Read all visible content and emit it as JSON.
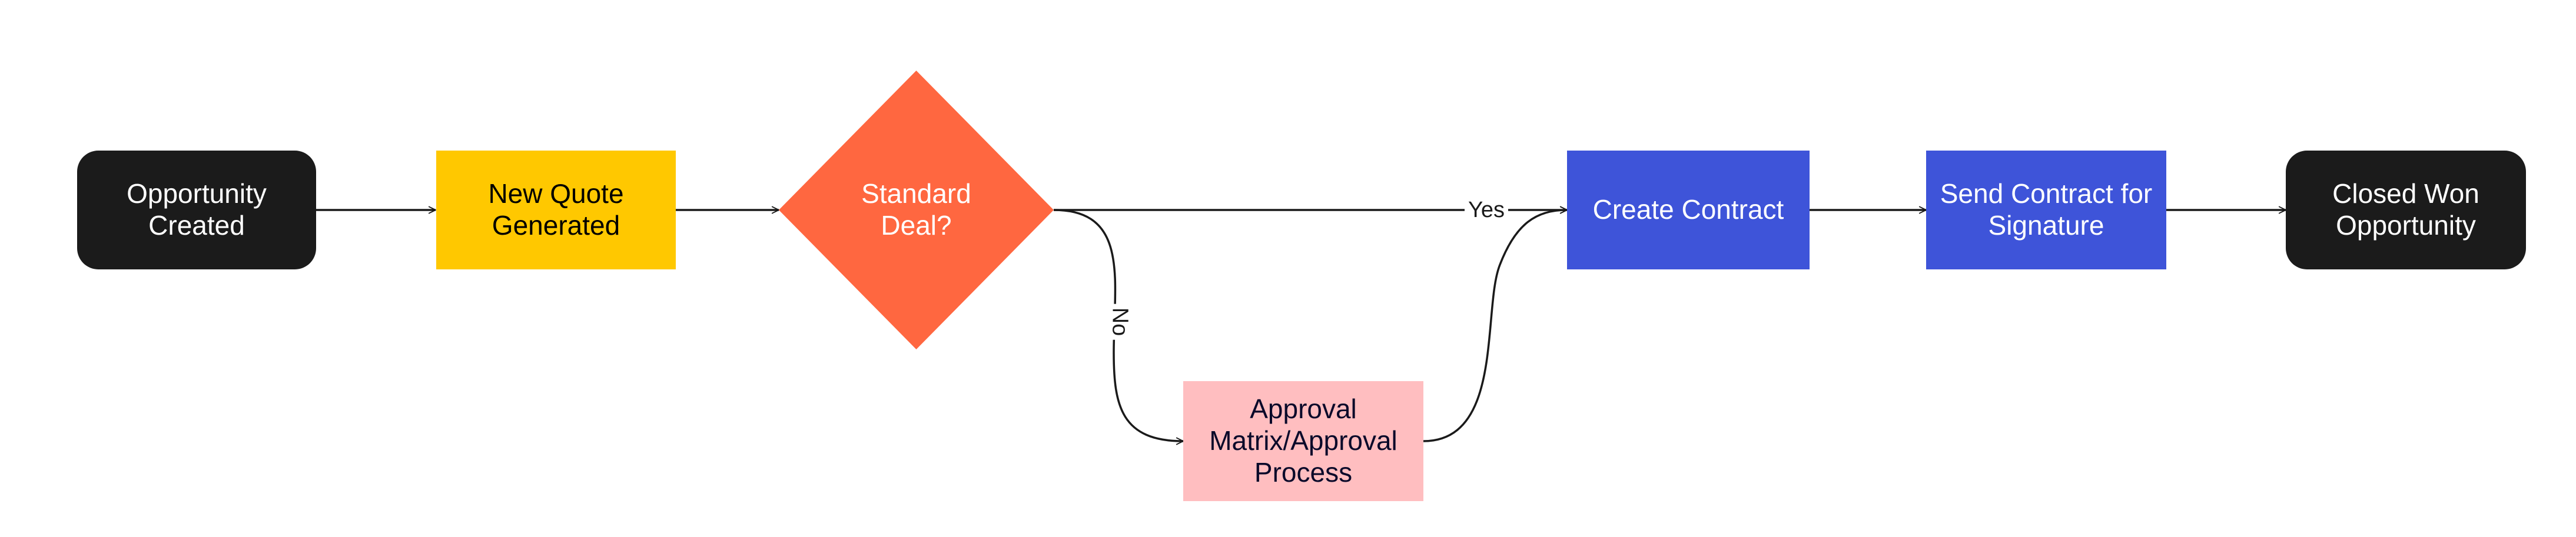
{
  "diagram": {
    "nodes": {
      "opportunity_created": {
        "label": "Opportunity Created",
        "fill": "#1b1b1b",
        "text_color": "#ffffff"
      },
      "new_quote": {
        "label": "New Quote Generated",
        "fill": "#ffc800",
        "text_color": "#000000"
      },
      "standard_deal": {
        "label": "Standard Deal?",
        "fill": "#ff6740",
        "text_color": "#ffffff"
      },
      "approval": {
        "label": "Approval Matrix/Approval Process",
        "fill": "#ffbec0",
        "text_color": "#0a0a2a"
      },
      "create_contract": {
        "label": "Create Contract",
        "fill": "#3e54d9",
        "text_color": "#ffffff"
      },
      "send_contract": {
        "label": "Send Contract for Signature",
        "fill": "#3e54d9",
        "text_color": "#ffffff"
      },
      "closed_won": {
        "label": "Closed Won Opportunity",
        "fill": "#1b1b1b",
        "text_color": "#ffffff"
      }
    },
    "edges": {
      "yes_label": "Yes",
      "no_label": "No"
    },
    "edge_color": "#1a1a1a"
  }
}
